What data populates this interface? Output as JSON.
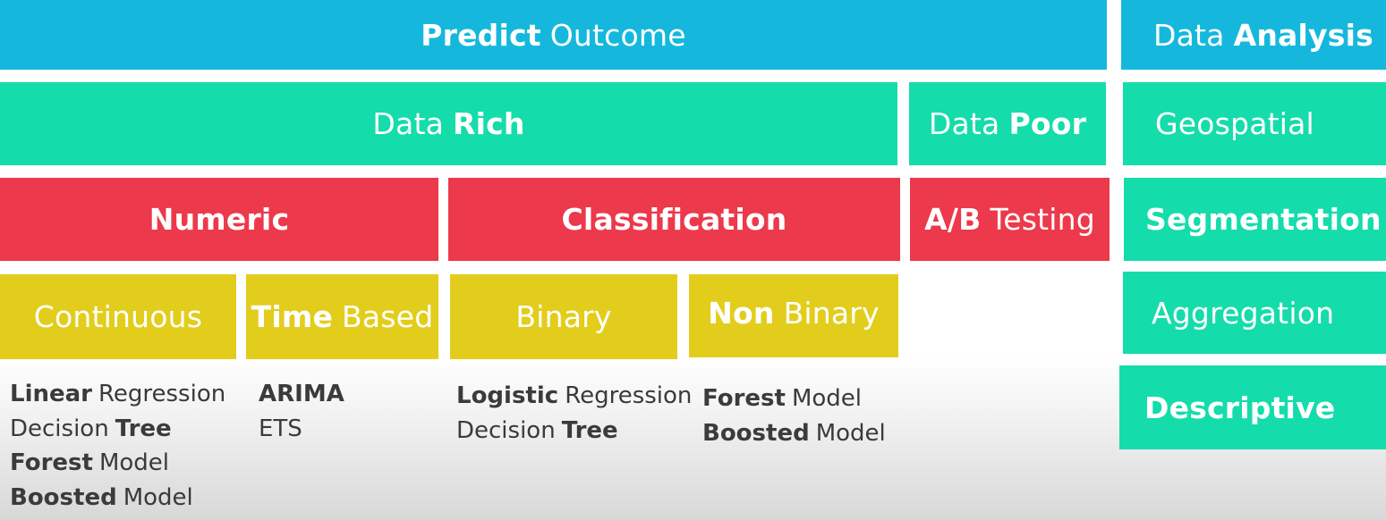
{
  "row1": {
    "predict_outcome": {
      "bold": "Predict",
      "normal": "Outcome"
    },
    "data_analysis": {
      "normal": "Data",
      "bold": "Analysis"
    }
  },
  "row2": {
    "data_rich": {
      "normal": "Data",
      "bold": "Rich"
    },
    "data_poor": {
      "normal": "Data",
      "bold": "Poor"
    },
    "geospatial": "Geospatial"
  },
  "row3": {
    "numeric": "Numeric",
    "classification": "Classification",
    "ab_testing": {
      "bold": "A/B",
      "normal": "Testing"
    },
    "segmentation": "Segmentation"
  },
  "row4": {
    "continuous": "Continuous",
    "time_based": {
      "bold": "Time",
      "normal": "Based"
    },
    "binary": "Binary",
    "non_binary": {
      "bold": "Non",
      "normal": "Binary"
    },
    "aggregation": "Aggregation"
  },
  "row5": {
    "descriptive": "Descriptive"
  },
  "examples": {
    "continuous": [
      {
        "bold": "Linear",
        "normal": "Regression",
        "bold_first": true
      },
      {
        "normal": "Decision",
        "bold": "Tree",
        "bold_first": false
      },
      {
        "bold": "Forest",
        "normal": "Model",
        "bold_first": true
      },
      {
        "bold": "Boosted",
        "normal": "Model",
        "bold_first": true
      }
    ],
    "time_based": [
      {
        "bold": "ARIMA"
      },
      {
        "normal": "ETS"
      }
    ],
    "binary": [
      {
        "bold": "Logistic",
        "normal": "Regression",
        "bold_first": true
      },
      {
        "normal": "Decision",
        "bold": "Tree",
        "bold_first": false
      }
    ],
    "non_binary": [
      {
        "bold": "Forest",
        "normal": "Model",
        "bold_first": true
      },
      {
        "bold": "Boosted",
        "normal": "Model",
        "bold_first": true
      }
    ]
  },
  "colors": {
    "blue": "#15b8dc",
    "teal": "#15dcab",
    "red": "#ec394b",
    "yellow": "#e2cd1c",
    "text_dark": "#3a3a3a"
  }
}
